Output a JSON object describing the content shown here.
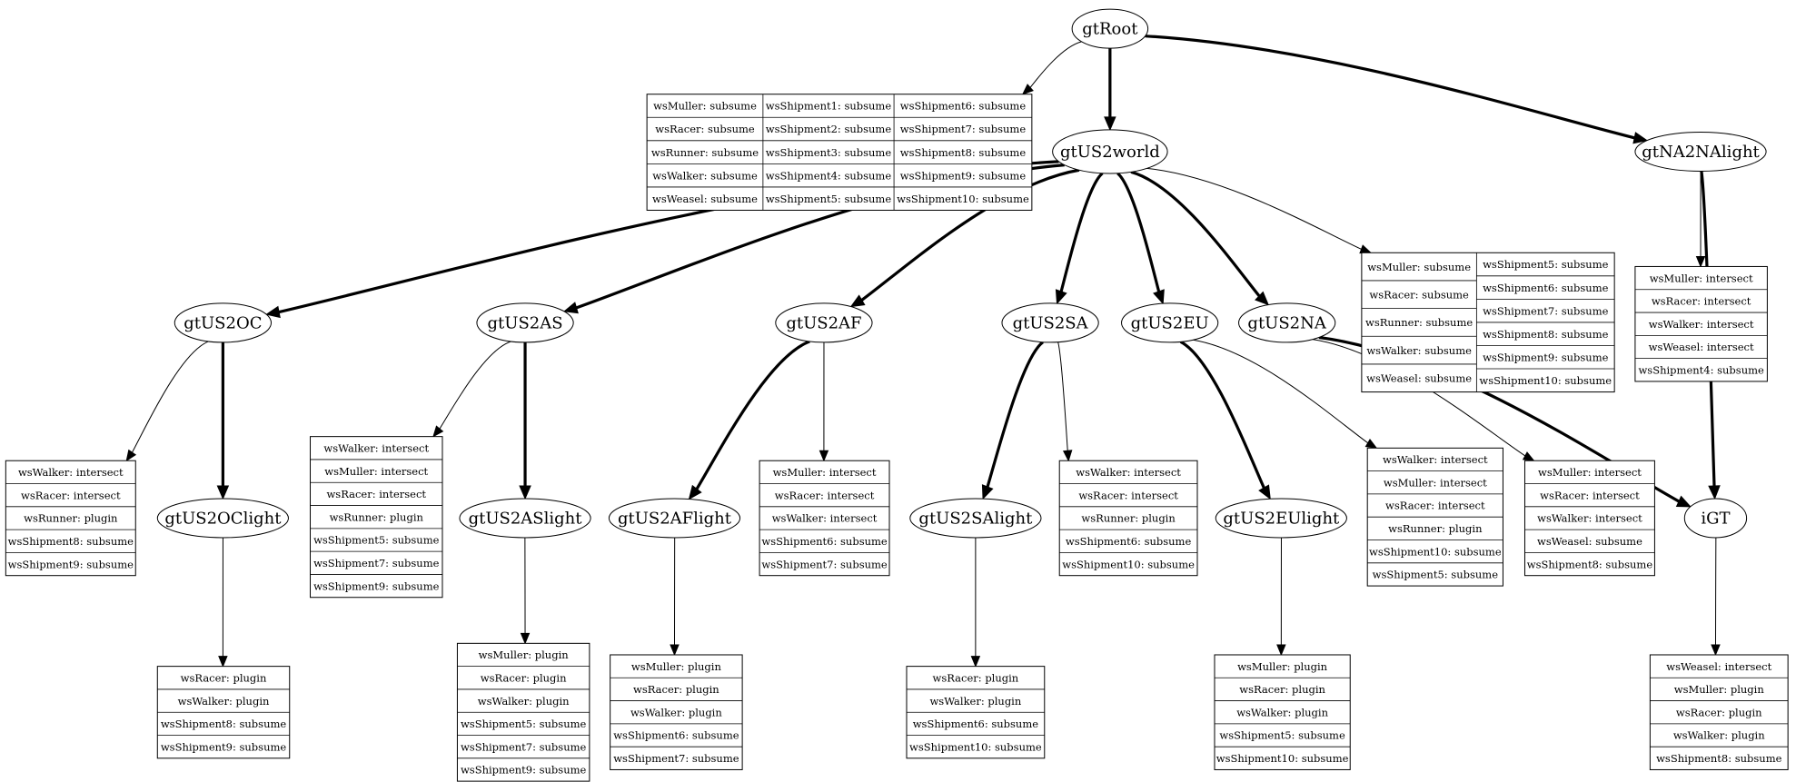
{
  "nodes": [
    {
      "id": "gtRoot",
      "label": "gtRoot"
    },
    {
      "id": "gtUS2world",
      "label": "gtUS2world"
    },
    {
      "id": "gtNA2NAlight",
      "label": "gtNA2NAlight"
    },
    {
      "id": "gtUS2OC",
      "label": "gtUS2OC"
    },
    {
      "id": "gtUS2AS",
      "label": "gtUS2AS"
    },
    {
      "id": "gtUS2AF",
      "label": "gtUS2AF"
    },
    {
      "id": "gtUS2SA",
      "label": "gtUS2SA"
    },
    {
      "id": "gtUS2EU",
      "label": "gtUS2EU"
    },
    {
      "id": "gtUS2NA",
      "label": "gtUS2NA"
    },
    {
      "id": "gtUS2OClight",
      "label": "gtUS2OClight"
    },
    {
      "id": "gtUS2ASlight",
      "label": "gtUS2ASlight"
    },
    {
      "id": "gtUS2AFlight",
      "label": "gtUS2AFlight"
    },
    {
      "id": "gtUS2SAlight",
      "label": "gtUS2SAlight"
    },
    {
      "id": "gtUS2EUlight",
      "label": "gtUS2EUlight"
    },
    {
      "id": "iGT",
      "label": "iGT"
    }
  ],
  "tables": [
    {
      "id": "tRoot",
      "columns": [
        [
          "wsMuller: subsume",
          "wsRacer: subsume",
          "wsRunner: subsume",
          "wsWalker: subsume",
          "wsWeasel: subsume"
        ],
        [
          "wsShipment1: subsume",
          "wsShipment2: subsume",
          "wsShipment3: subsume",
          "wsShipment4: subsume",
          "wsShipment5: subsume"
        ],
        [
          "wsShipment6: subsume",
          "wsShipment7: subsume",
          "wsShipment8: subsume",
          "wsShipment9: subsume",
          "wsShipment10: subsume"
        ]
      ]
    },
    {
      "id": "tWorld",
      "columns": [
        [
          "wsMuller: subsume",
          "wsRacer: subsume",
          "wsRunner: subsume",
          "wsWalker: subsume",
          "wsWeasel: subsume"
        ],
        [
          "wsShipment5: subsume",
          "wsShipment6: subsume",
          "wsShipment7: subsume",
          "wsShipment8: subsume",
          "wsShipment9: subsume",
          "wsShipment10: subsume"
        ]
      ]
    },
    {
      "id": "tNA2NA",
      "columns": [
        [
          "wsMuller: intersect",
          "wsRacer: intersect",
          "wsWalker: intersect",
          "wsWeasel: intersect",
          "wsShipment4: subsume"
        ]
      ]
    },
    {
      "id": "tOC",
      "columns": [
        [
          "wsWalker: intersect",
          "wsRacer: intersect",
          "wsRunner: plugin",
          "wsShipment8: subsume",
          "wsShipment9: subsume"
        ]
      ]
    },
    {
      "id": "tOClight",
      "columns": [
        [
          "wsRacer: plugin",
          "wsWalker: plugin",
          "wsShipment8: subsume",
          "wsShipment9: subsume"
        ]
      ]
    },
    {
      "id": "tAS",
      "columns": [
        [
          "wsWalker: intersect",
          "wsMuller: intersect",
          "wsRacer: intersect",
          "wsRunner: plugin",
          "wsShipment5: subsume",
          "wsShipment7: subsume",
          "wsShipment9: subsume"
        ]
      ]
    },
    {
      "id": "tASlight",
      "columns": [
        [
          "wsMuller: plugin",
          "wsRacer: plugin",
          "wsWalker: plugin",
          "wsShipment5: subsume",
          "wsShipment7: subsume",
          "wsShipment9: subsume"
        ]
      ]
    },
    {
      "id": "tAF",
      "columns": [
        [
          "wsMuller: intersect",
          "wsRacer: intersect",
          "wsWalker: intersect",
          "wsShipment6: subsume",
          "wsShipment7: subsume"
        ]
      ]
    },
    {
      "id": "tAFlight",
      "columns": [
        [
          "wsMuller: plugin",
          "wsRacer: plugin",
          "wsWalker: plugin",
          "wsShipment6: subsume",
          "wsShipment7: subsume"
        ]
      ]
    },
    {
      "id": "tSA",
      "columns": [
        [
          "wsWalker: intersect",
          "wsRacer: intersect",
          "wsRunner: plugin",
          "wsShipment6: subsume",
          "wsShipment10: subsume"
        ]
      ]
    },
    {
      "id": "tSAlight",
      "columns": [
        [
          "wsRacer: plugin",
          "wsWalker: plugin",
          "wsShipment6: subsume",
          "wsShipment10: subsume"
        ]
      ]
    },
    {
      "id": "tEU",
      "columns": [
        [
          "wsWalker: intersect",
          "wsMuller: intersect",
          "wsRacer: intersect",
          "wsRunner: plugin",
          "wsShipment10: subsume",
          "wsShipment5: subsume"
        ]
      ]
    },
    {
      "id": "tEUlight",
      "columns": [
        [
          "wsMuller: plugin",
          "wsRacer: plugin",
          "wsWalker: plugin",
          "wsShipment5: subsume",
          "wsShipment10: subsume"
        ]
      ]
    },
    {
      "id": "tNA",
      "columns": [
        [
          "wsMuller: intersect",
          "wsRacer: intersect",
          "wsWalker: intersect",
          "wsWeasel: subsume",
          "wsShipment8: subsume"
        ]
      ]
    },
    {
      "id": "tiGT",
      "columns": [
        [
          "wsWeasel: intersect",
          "wsMuller: plugin",
          "wsRacer: plugin",
          "wsWalker: plugin",
          "wsShipment8: subsume"
        ]
      ]
    }
  ],
  "edges": [
    {
      "from": "gtRoot",
      "to": "tRoot",
      "style": "thin"
    },
    {
      "from": "gtRoot",
      "to": "gtUS2world",
      "style": "bold"
    },
    {
      "from": "gtRoot",
      "to": "gtNA2NAlight",
      "style": "bold"
    },
    {
      "from": "gtNA2NAlight",
      "to": "tNA2NA",
      "style": "thin"
    },
    {
      "from": "gtNA2NAlight",
      "to": "iGT",
      "style": "bold"
    },
    {
      "from": "gtUS2world",
      "to": "tWorld",
      "style": "thin"
    },
    {
      "from": "gtUS2world",
      "to": "gtUS2OC",
      "style": "bold"
    },
    {
      "from": "gtUS2world",
      "to": "gtUS2AS",
      "style": "bold"
    },
    {
      "from": "gtUS2world",
      "to": "gtUS2AF",
      "style": "bold"
    },
    {
      "from": "gtUS2world",
      "to": "gtUS2SA",
      "style": "bold"
    },
    {
      "from": "gtUS2world",
      "to": "gtUS2EU",
      "style": "bold"
    },
    {
      "from": "gtUS2world",
      "to": "gtUS2NA",
      "style": "bold"
    },
    {
      "from": "gtUS2OC",
      "to": "tOC",
      "style": "thin"
    },
    {
      "from": "gtUS2OC",
      "to": "gtUS2OClight",
      "style": "bold"
    },
    {
      "from": "gtUS2OClight",
      "to": "tOClight",
      "style": "thin"
    },
    {
      "from": "gtUS2AS",
      "to": "tAS",
      "style": "thin"
    },
    {
      "from": "gtUS2AS",
      "to": "gtUS2ASlight",
      "style": "bold"
    },
    {
      "from": "gtUS2ASlight",
      "to": "tASlight",
      "style": "thin"
    },
    {
      "from": "gtUS2AF",
      "to": "gtUS2AFlight",
      "style": "bold"
    },
    {
      "from": "gtUS2AF",
      "to": "tAF",
      "style": "thin"
    },
    {
      "from": "gtUS2AFlight",
      "to": "tAFlight",
      "style": "thin"
    },
    {
      "from": "gtUS2SA",
      "to": "gtUS2SAlight",
      "style": "bold"
    },
    {
      "from": "gtUS2SA",
      "to": "tSA",
      "style": "thin"
    },
    {
      "from": "gtUS2SAlight",
      "to": "tSAlight",
      "style": "thin"
    },
    {
      "from": "gtUS2EU",
      "to": "gtUS2EUlight",
      "style": "bold"
    },
    {
      "from": "gtUS2EU",
      "to": "tEU",
      "style": "thin"
    },
    {
      "from": "gtUS2EUlight",
      "to": "tEUlight",
      "style": "thin"
    },
    {
      "from": "gtUS2NA",
      "to": "tNA",
      "style": "thin"
    },
    {
      "from": "gtUS2NA",
      "to": "iGT",
      "style": "bold"
    },
    {
      "from": "iGT",
      "to": "tiGT",
      "style": "thin"
    }
  ]
}
